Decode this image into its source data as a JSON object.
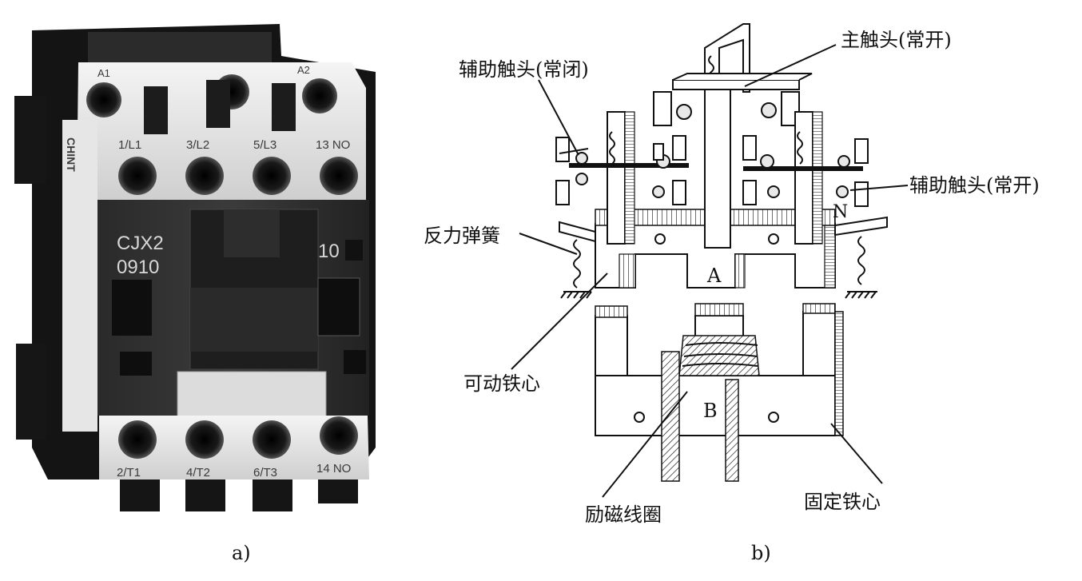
{
  "panel_a": {
    "caption": "a)",
    "brand": "CHINT",
    "model_line1": "CJX2",
    "model_line2": "0910",
    "contact_rating": "10",
    "coil_terminal_a1": "A1",
    "coil_terminal_a2": "A2",
    "top_terminals": [
      "1/L1",
      "3/L2",
      "5/L3",
      "13 NO"
    ],
    "bottom_terminals": [
      "2/T1",
      "4/T2",
      "6/T3",
      "14 NO"
    ]
  },
  "panel_b": {
    "caption": "b)",
    "labels": {
      "main_contact": "主触头(常开)",
      "aux_nc": "辅助触头(常闭)",
      "aux_no": "辅助触头(常开)",
      "reaction_spring": "反力弹簧",
      "moving_core": "可动铁心",
      "coil": "励磁线圈",
      "fixed_core": "固定铁心",
      "point_a": "A",
      "point_b": "B",
      "pole_n": "N"
    }
  }
}
